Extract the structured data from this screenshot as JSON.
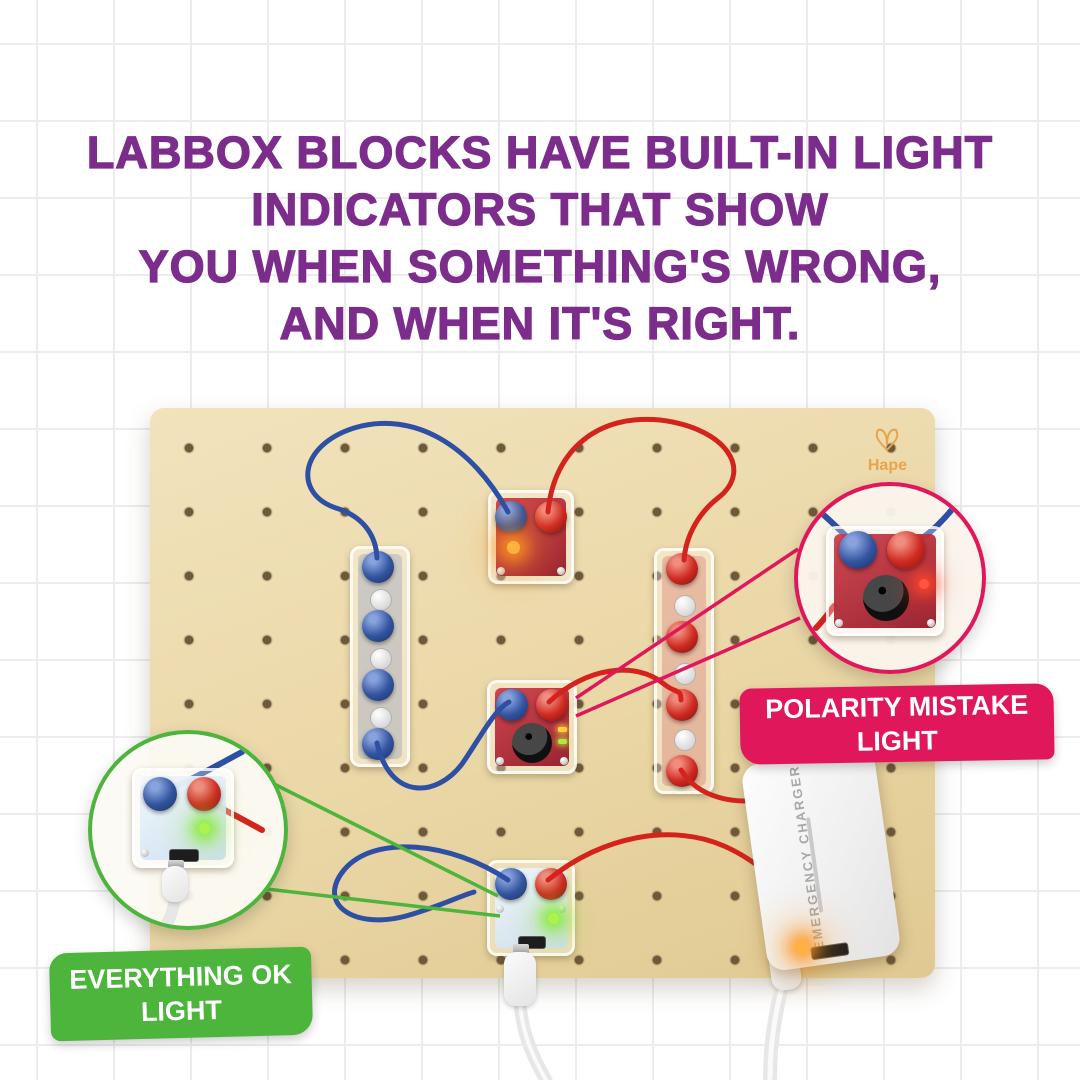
{
  "headline": {
    "lines": [
      "LABBOX BLOCKS HAVE BUILT-IN LIGHT",
      "INDICATORS THAT SHOW",
      "YOU WHEN SOMETHING'S WRONG,",
      "AND WHEN IT'S RIGHT."
    ]
  },
  "board": {
    "brand": "Hape"
  },
  "powerbank": {
    "label": "EMERGENCY CHARGER"
  },
  "callouts": {
    "polarity": {
      "line1": "POLARITY MISTAKE",
      "line2": "LIGHT"
    },
    "ok": {
      "line1": "EVERYTHING OK",
      "line2": "LIGHT"
    }
  },
  "colors": {
    "headline_purple": "#7c2d8c",
    "polarity_pink": "#e0175b",
    "ok_green": "#4db43c",
    "board_wood": "#ecd9a9",
    "wire_blue": "#2d4fa4",
    "wire_red": "#d4231d"
  }
}
